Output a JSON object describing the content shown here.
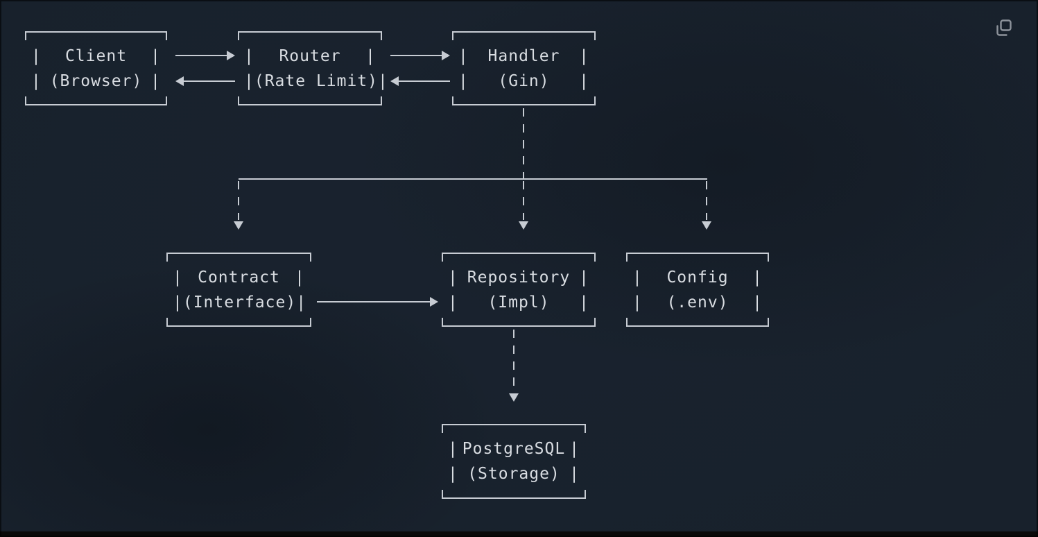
{
  "chars": {
    "pipe": "|"
  },
  "colors": {
    "background": "#18212c",
    "line": "#c7ccd3",
    "text": "#d9dde2",
    "icon": "#8d939b"
  },
  "nodes": {
    "client": {
      "line1": "Client",
      "line2": "(Browser)"
    },
    "router": {
      "line1": "Router",
      "line2": "(Rate Limit)"
    },
    "handler": {
      "line1": "Handler",
      "line2": "(Gin)"
    },
    "contract": {
      "line1": "Contract",
      "line2": "(Interface)"
    },
    "repository": {
      "line1": "Repository",
      "line2": "(Impl)"
    },
    "config": {
      "line1": "Config",
      "line2": "(.env)"
    },
    "postgres": {
      "line1": "PostgreSQL",
      "line2": "(Storage)"
    }
  },
  "edges": [
    {
      "from": "Client",
      "to": "Router",
      "style": "solid-arrow"
    },
    {
      "from": "Router",
      "to": "Client",
      "style": "solid-arrow"
    },
    {
      "from": "Router",
      "to": "Handler",
      "style": "solid-arrow"
    },
    {
      "from": "Handler",
      "to": "Router",
      "style": "solid-arrow"
    },
    {
      "from": "Handler",
      "to": "Contract",
      "style": "dashed-arrow"
    },
    {
      "from": "Handler",
      "to": "Repository",
      "style": "dashed-arrow"
    },
    {
      "from": "Handler",
      "to": "Config",
      "style": "dashed-arrow"
    },
    {
      "from": "Contract",
      "to": "Repository",
      "style": "solid-arrow"
    },
    {
      "from": "Repository",
      "to": "PostgreSQL",
      "style": "dashed-arrow"
    }
  ]
}
